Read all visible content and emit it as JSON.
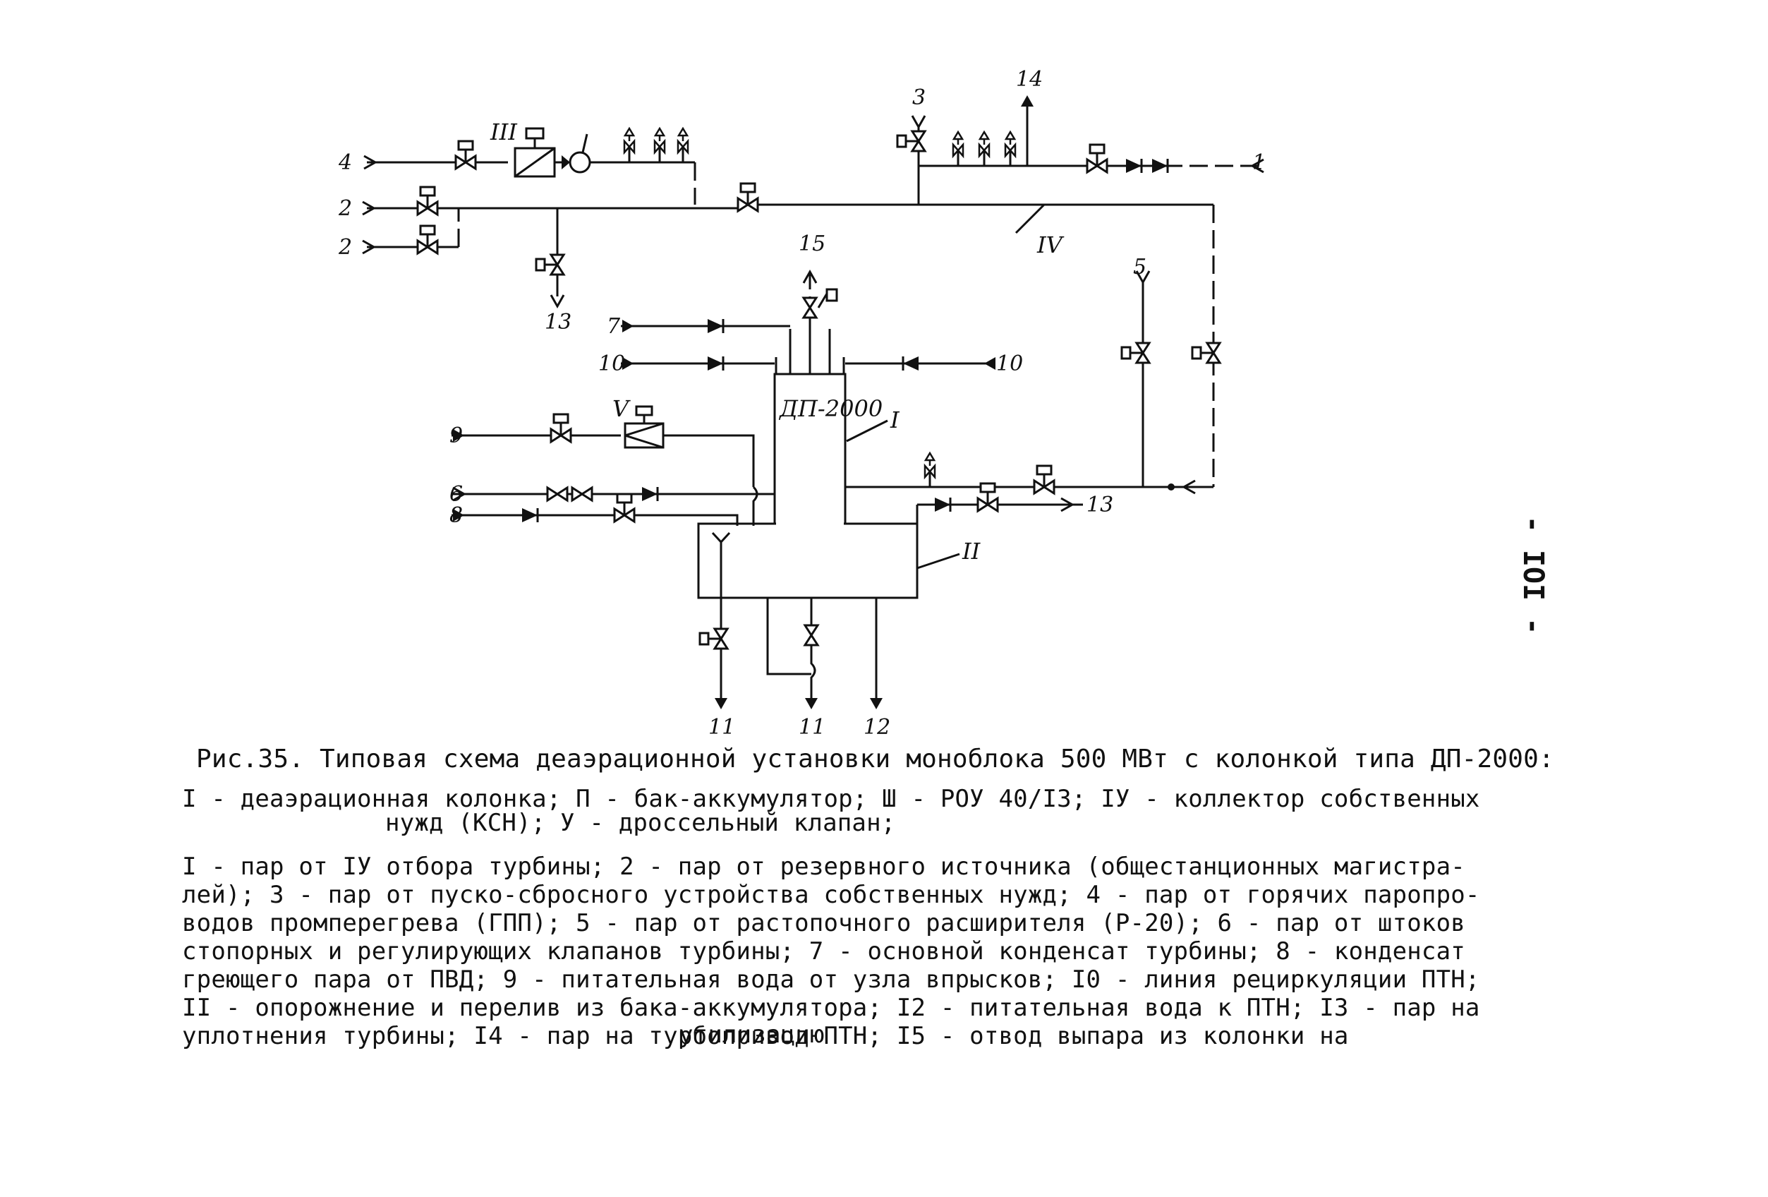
{
  "scheme": {
    "column_label": "ДП-2000",
    "roman": {
      "I": "I",
      "II": "II",
      "III": "III",
      "IV": "IV",
      "V": "V"
    },
    "lines": {
      "n1": "1",
      "n2a": "2",
      "n2b": "2",
      "n3": "3",
      "n4": "4",
      "n5": "5",
      "n6": "6",
      "n7": "7",
      "n8": "8",
      "n9": "9",
      "n10a": "10",
      "n10b": "10",
      "n11a": "11",
      "n11b": "11",
      "n12": "12",
      "n13a": "13",
      "n13b": "13",
      "n14": "14",
      "n15": "15"
    }
  },
  "caption": {
    "title": "Рис.35. Типовая схема деаэрационной установки моноблока 500 МВт с колонкой типа ДП-2000:",
    "roman_legend": [
      "I - деаэрационная колонка; П - бак-аккумулятор; Ш - РОУ 40/I3; IУ - коллектор собственных",
      "нужд (КСН); У - дроссельный клапан;"
    ],
    "source_legend": [
      "I - пар от IУ отбора турбины; 2 - пар от резервного источника (общестанционных магистра-",
      "лей); 3 - пар от пуско-сбросного устройства собственных нужд; 4 - пар от горячих паропро-",
      "водов промперегрева (ГПП); 5 - пар от растопочного расширителя (Р-20); 6 - пар от штоков",
      "стопорных и регулирующих клапанов турбины; 7 - основной конденсат турбины; 8 - конденсат",
      "греющего пара от ПВД; 9 - питательная вода от узла впрысков; I0 - линия рециркуляции ПТН;",
      "II - опорожнение и перелив из бака-аккумулятора; I2 - питательная вода к ПТН; I3 - пар на",
      "уплотнения турбины; I4 - пар на турбопривод ПТН; I5 - отвод выпара из колонки на"
    ],
    "source_legend_last": "утилизацию"
  },
  "page_number": "- IOI -"
}
